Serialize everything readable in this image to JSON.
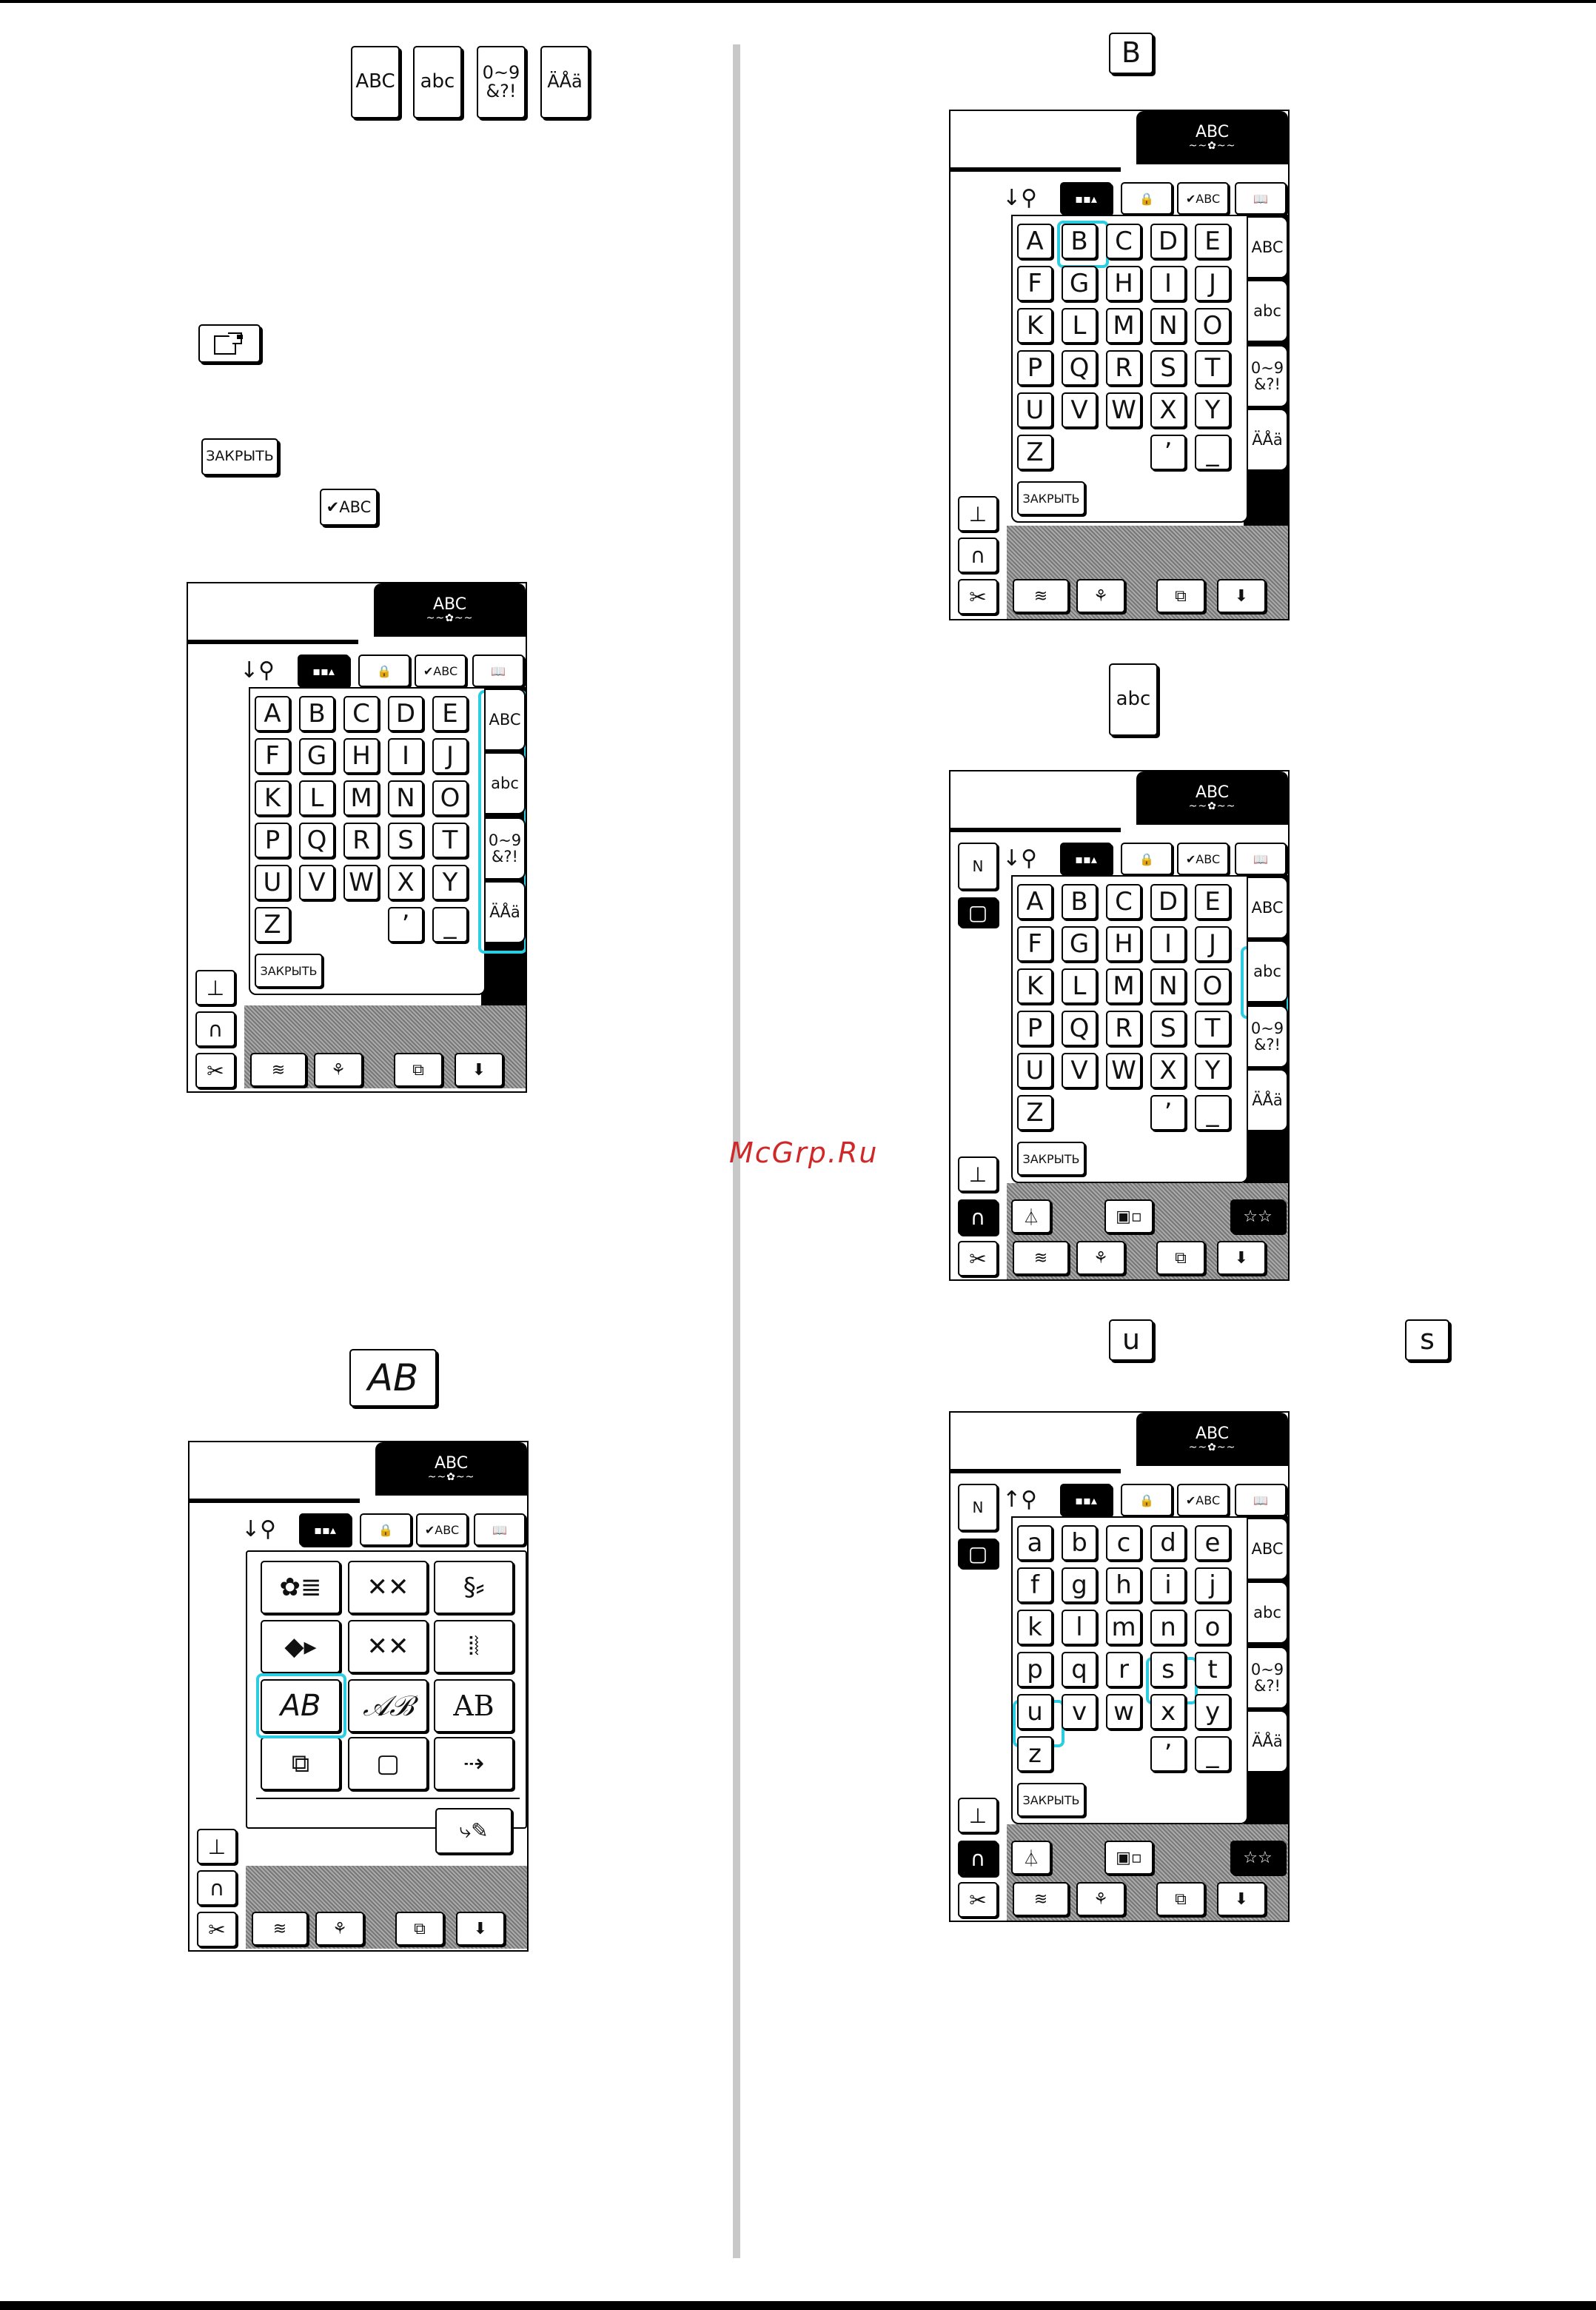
{
  "watermark": "McGrp.Ru",
  "callouts": {
    "tab_ABC": "ABC",
    "tab_abc": "abc",
    "tab_num_line1": "0~9",
    "tab_num_line2": "&?!",
    "tab_accent": "ÄÅä",
    "close": "ЗАКРЫТЬ",
    "check": "✔ABC",
    "AB": "AB",
    "key_B": "B",
    "key_abc": "abc",
    "key_u": "u",
    "key_s": "s"
  },
  "screen": {
    "header_top": "ABC",
    "header_sub": "~~✿~~",
    "check_label": "✔ABC",
    "close_label": "ЗАКРЫТЬ",
    "tabs": [
      "ABC",
      "abc",
      "0~9\n&?!",
      "ÄÅä"
    ],
    "upper_keys": [
      "A",
      "B",
      "C",
      "D",
      "E",
      "F",
      "G",
      "H",
      "I",
      "J",
      "K",
      "L",
      "M",
      "N",
      "O",
      "P",
      "Q",
      "R",
      "S",
      "T",
      "U",
      "V",
      "W",
      "X",
      "Y",
      "Z"
    ],
    "lower_keys": [
      "a",
      "b",
      "c",
      "d",
      "e",
      "f",
      "g",
      "h",
      "i",
      "j",
      "k",
      "l",
      "m",
      "n",
      "o",
      "p",
      "q",
      "r",
      "s",
      "t",
      "u",
      "v",
      "w",
      "x",
      "y",
      "z"
    ],
    "apostrophe": "’",
    "underscore": "_"
  },
  "colors": {
    "highlight": "#2ccde0",
    "watermark": "#d02828",
    "divider": "#c8c8c8"
  }
}
